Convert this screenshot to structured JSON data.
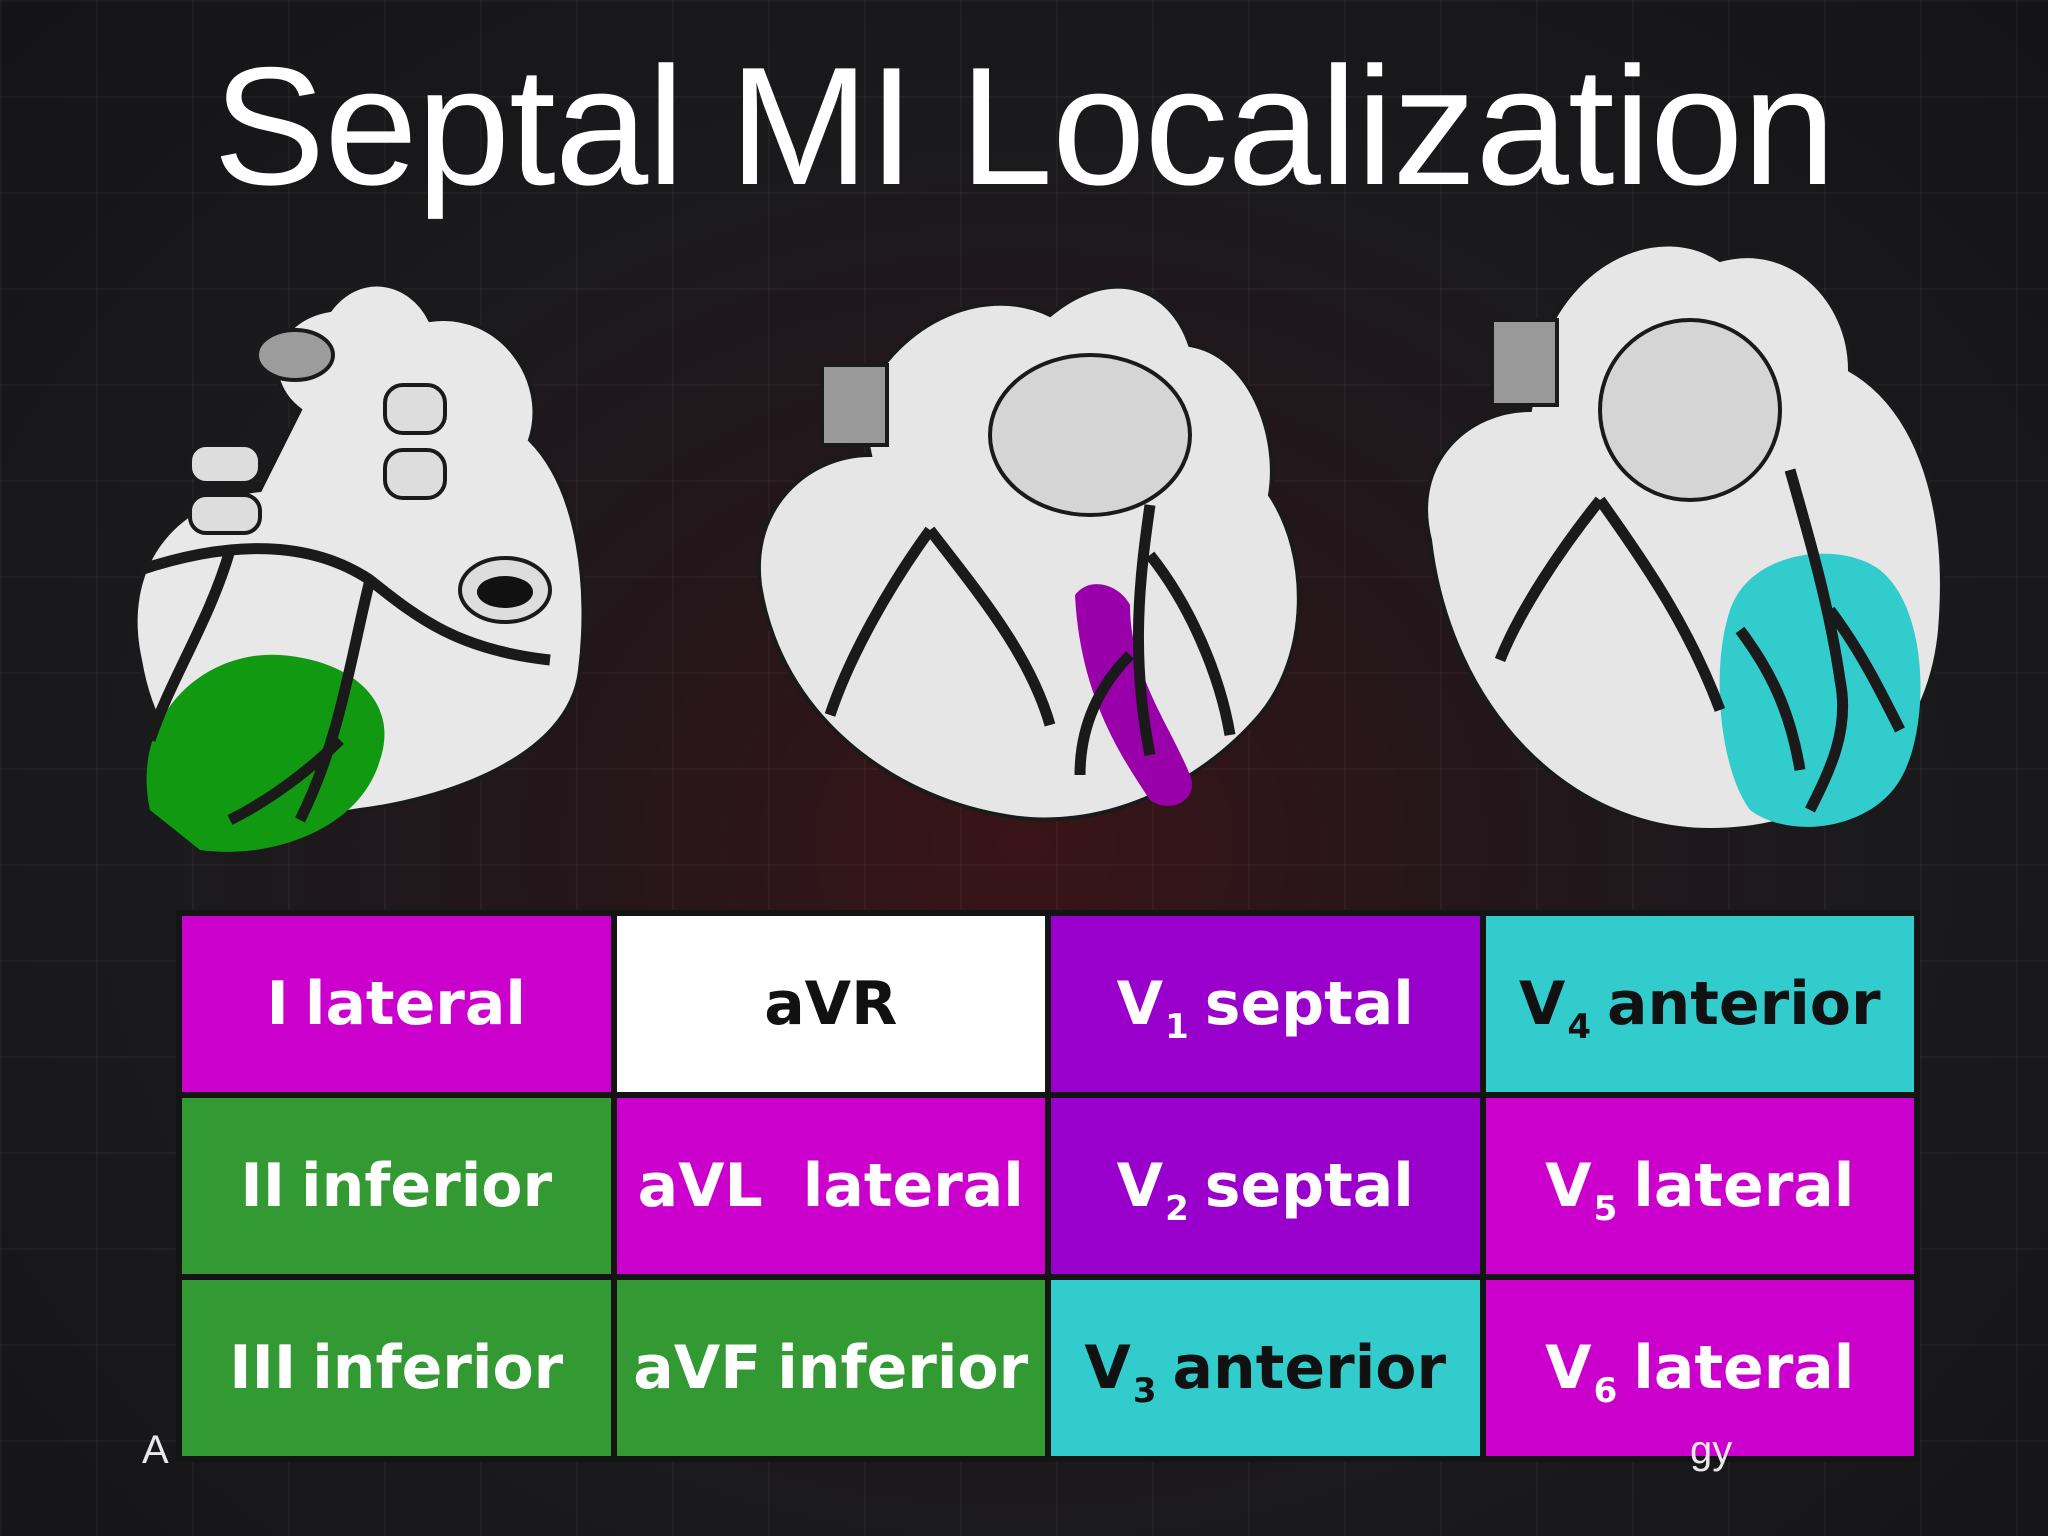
{
  "title": "Septal MI Localization",
  "credits": {
    "left": "A",
    "right": "gy"
  },
  "colors": {
    "lateral": "#cc00cc",
    "inferior": "#339933",
    "septal": "#9900cc",
    "anterior": "#33cccc",
    "none": "#ffffff"
  },
  "leads": [
    [
      {
        "lead": "I",
        "sub": "",
        "region": "lateral",
        "category": "lateral"
      },
      {
        "lead": "aVR",
        "sub": "",
        "region": "",
        "category": "none"
      },
      {
        "lead": "V",
        "sub": "1",
        "region": "septal",
        "category": "septal"
      },
      {
        "lead": "V",
        "sub": "4",
        "region": "anterior",
        "category": "anterior"
      }
    ],
    [
      {
        "lead": "II",
        "sub": "",
        "region": "inferior",
        "category": "inferior"
      },
      {
        "lead": "aVL",
        "sub": "",
        "region": "lateral",
        "category": "lateral"
      },
      {
        "lead": "V",
        "sub": "2",
        "region": "septal",
        "category": "septal"
      },
      {
        "lead": "V",
        "sub": "5",
        "region": "lateral",
        "category": "lateral"
      }
    ],
    [
      {
        "lead": "III",
        "sub": "",
        "region": "inferior",
        "category": "inferior"
      },
      {
        "lead": "aVF",
        "sub": "",
        "region": "inferior",
        "category": "inferior"
      },
      {
        "lead": "V",
        "sub": "3",
        "region": "anterior",
        "category": "anterior"
      },
      {
        "lead": "V",
        "sub": "6",
        "region": "lateral",
        "category": "lateral"
      }
    ]
  ],
  "hearts": [
    {
      "view": "posterior",
      "highlight_color": "#119911"
    },
    {
      "view": "anterior",
      "highlight_color": "#9900aa"
    },
    {
      "view": "lateral",
      "highlight_color": "#33cccc"
    }
  ]
}
